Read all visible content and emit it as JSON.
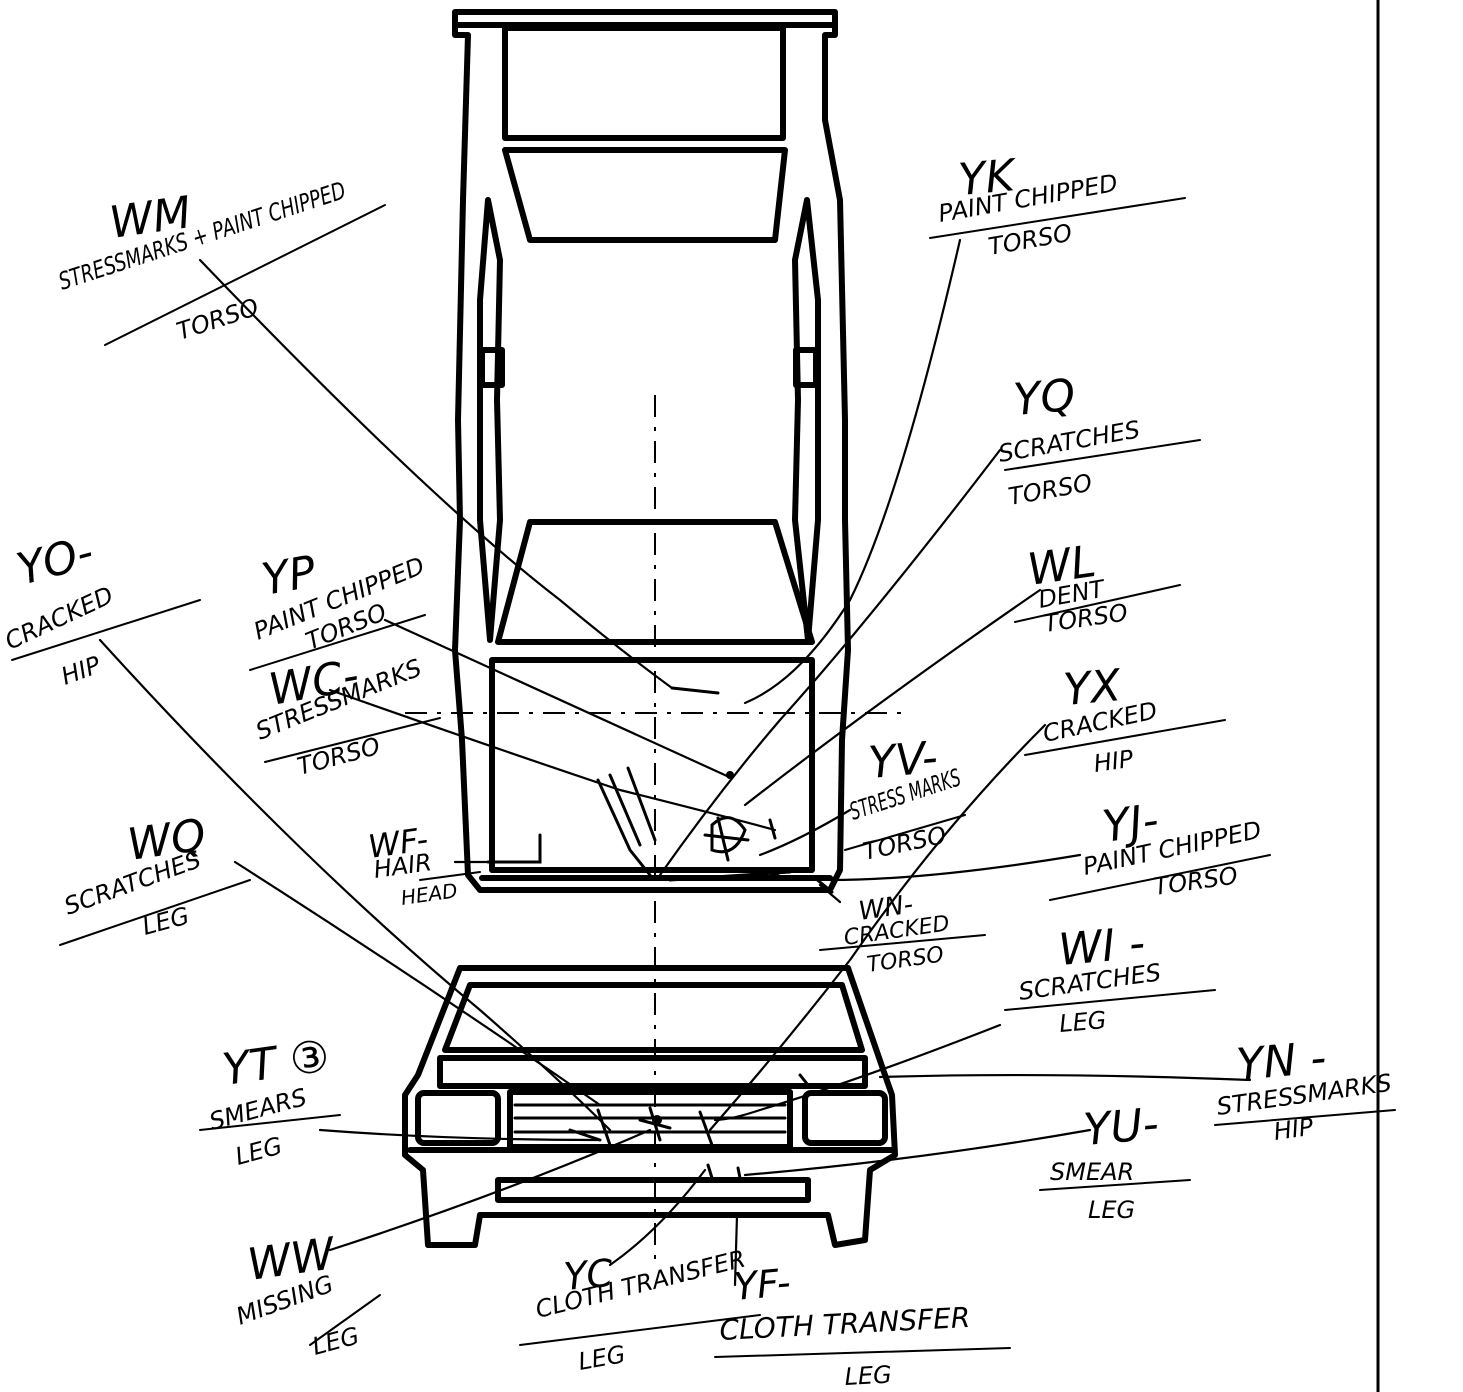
{
  "callouts": [
    {
      "code": "WM",
      "desc": "STRESSMARKS + PAINT CHIPPED",
      "part": "TORSO"
    },
    {
      "code": "YK",
      "desc": "PAINT CHIPPED",
      "part": "TORSO"
    },
    {
      "code": "YQ",
      "desc": "SCRATCHES",
      "part": "TORSO"
    },
    {
      "code": "WL",
      "desc": "DENT",
      "part": "TORSO"
    },
    {
      "code": "YO-",
      "desc": "CRACKED",
      "part": "HIP"
    },
    {
      "code": "YP",
      "desc": "PAINT CHIPPED",
      "part": "TORSO"
    },
    {
      "code": "WC-",
      "desc": "STRESSMARKS",
      "part": "TORSO"
    },
    {
      "code": "YX",
      "desc": "CRACKED",
      "part": "HIP"
    },
    {
      "code": "YV-",
      "desc": "STRESS MARKS",
      "part": "TORSO"
    },
    {
      "code": "YJ-",
      "desc": "PAINT CHIPPED",
      "part": "TORSO"
    },
    {
      "code": "WQ",
      "desc": "SCRATCHES",
      "part": "LEG"
    },
    {
      "code": "WF-",
      "desc": "HAIR",
      "part": "HEAD"
    },
    {
      "code": "WN-",
      "desc": "CRACKED",
      "part": "TORSO"
    },
    {
      "code": "WI -",
      "desc": "SCRATCHES",
      "part": "LEG"
    },
    {
      "code": "YT ③",
      "desc": "SMEARS",
      "part": "LEG"
    },
    {
      "code": "YN -",
      "desc": "STRESSMARKS",
      "part": "HIP"
    },
    {
      "code": "YU-",
      "desc": "SMEAR",
      "part": "LEG"
    },
    {
      "code": "WW",
      "desc": "MISSING",
      "part": "LEG"
    },
    {
      "code": "YC",
      "desc": "CLOTH TRANSFER",
      "part": "LEG"
    },
    {
      "code": "YF-",
      "desc": "CLOTH TRANSFER",
      "part": "LEG"
    }
  ]
}
